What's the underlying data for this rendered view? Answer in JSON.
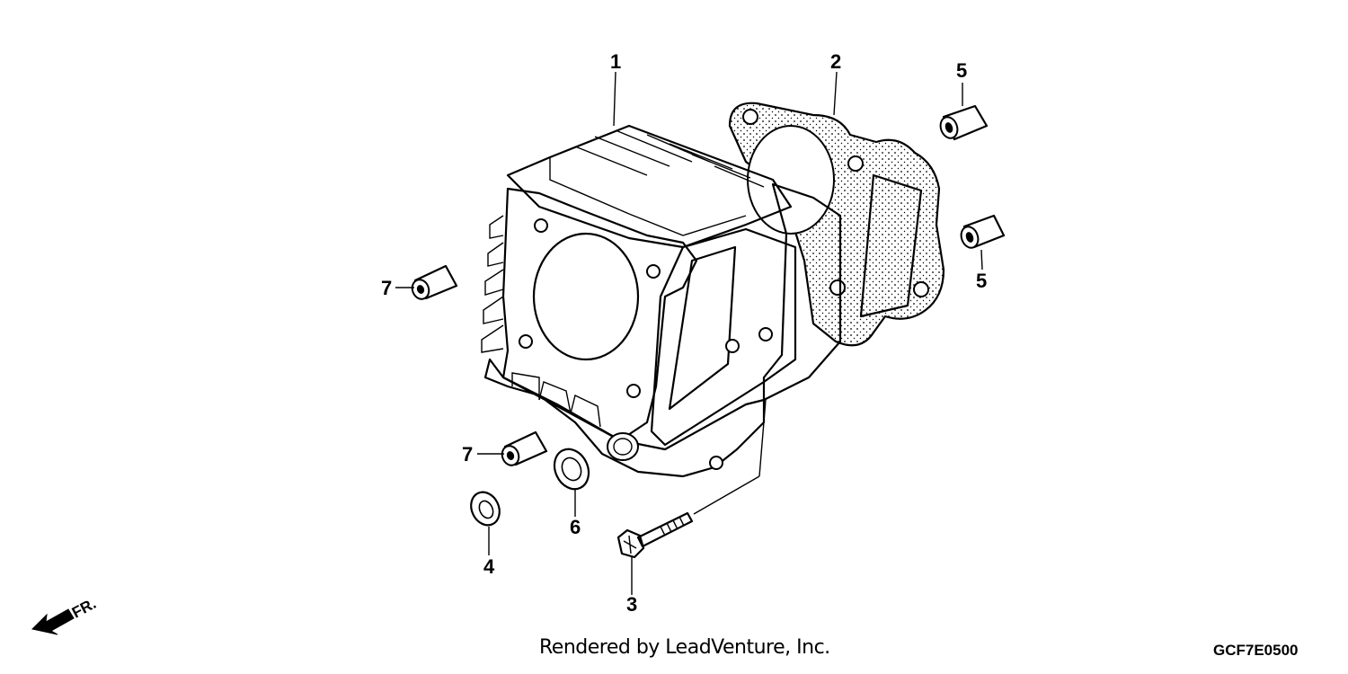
{
  "diagram": {
    "callouts": {
      "c1": "1",
      "c2": "2",
      "c3": "3",
      "c4": "4",
      "c5a": "5",
      "c5b": "5",
      "c6": "6",
      "c7a": "7",
      "c7b": "7"
    },
    "front_arrow_label": "FR.",
    "credit": "Rendered by LeadVenture, Inc.",
    "diagram_code": "GCF7E0500"
  }
}
